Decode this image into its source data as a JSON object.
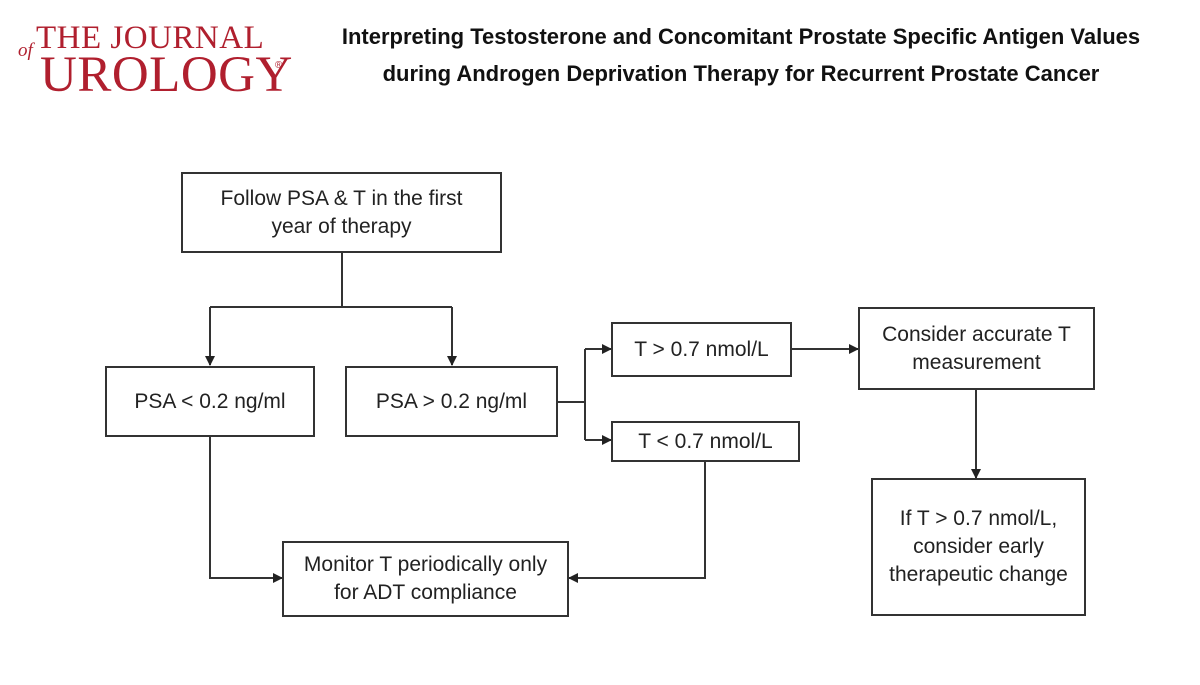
{
  "logo": {
    "of": "of",
    "line1": "THE JOURNAL",
    "line2": "UROLOGY",
    "reg": "®"
  },
  "title": "Interpreting Testosterone and Concomitant Prostate Specific Antigen Values during Androgen Deprivation Therapy for Recurrent Prostate Cancer",
  "nodes": {
    "follow": "Follow PSA & T in the first year of therapy",
    "psa_low": "PSA < 0.2 ng/ml",
    "psa_high": "PSA > 0.2 ng/ml",
    "t_high": "T > 0.7 nmol/L",
    "t_low": "T < 0.7 nmol/L",
    "consider": "Consider accurate T measurement",
    "early_change": "If T > 0.7 nmol/L, consider early therapeutic change",
    "monitor": "Monitor T periodically only for ADT compliance"
  },
  "colors": {
    "brand": "#b01f2e",
    "line": "#333333"
  }
}
